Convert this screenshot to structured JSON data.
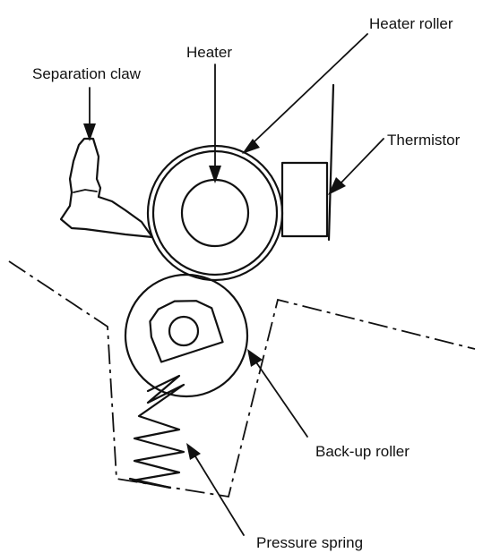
{
  "labels": {
    "heater_roller": "Heater roller",
    "heater": "Heater",
    "separation_claw": "Separation claw",
    "thermistor": "Thermistor",
    "backup_roller": "Back-up roller",
    "pressure_spring": "Pressure spring"
  }
}
